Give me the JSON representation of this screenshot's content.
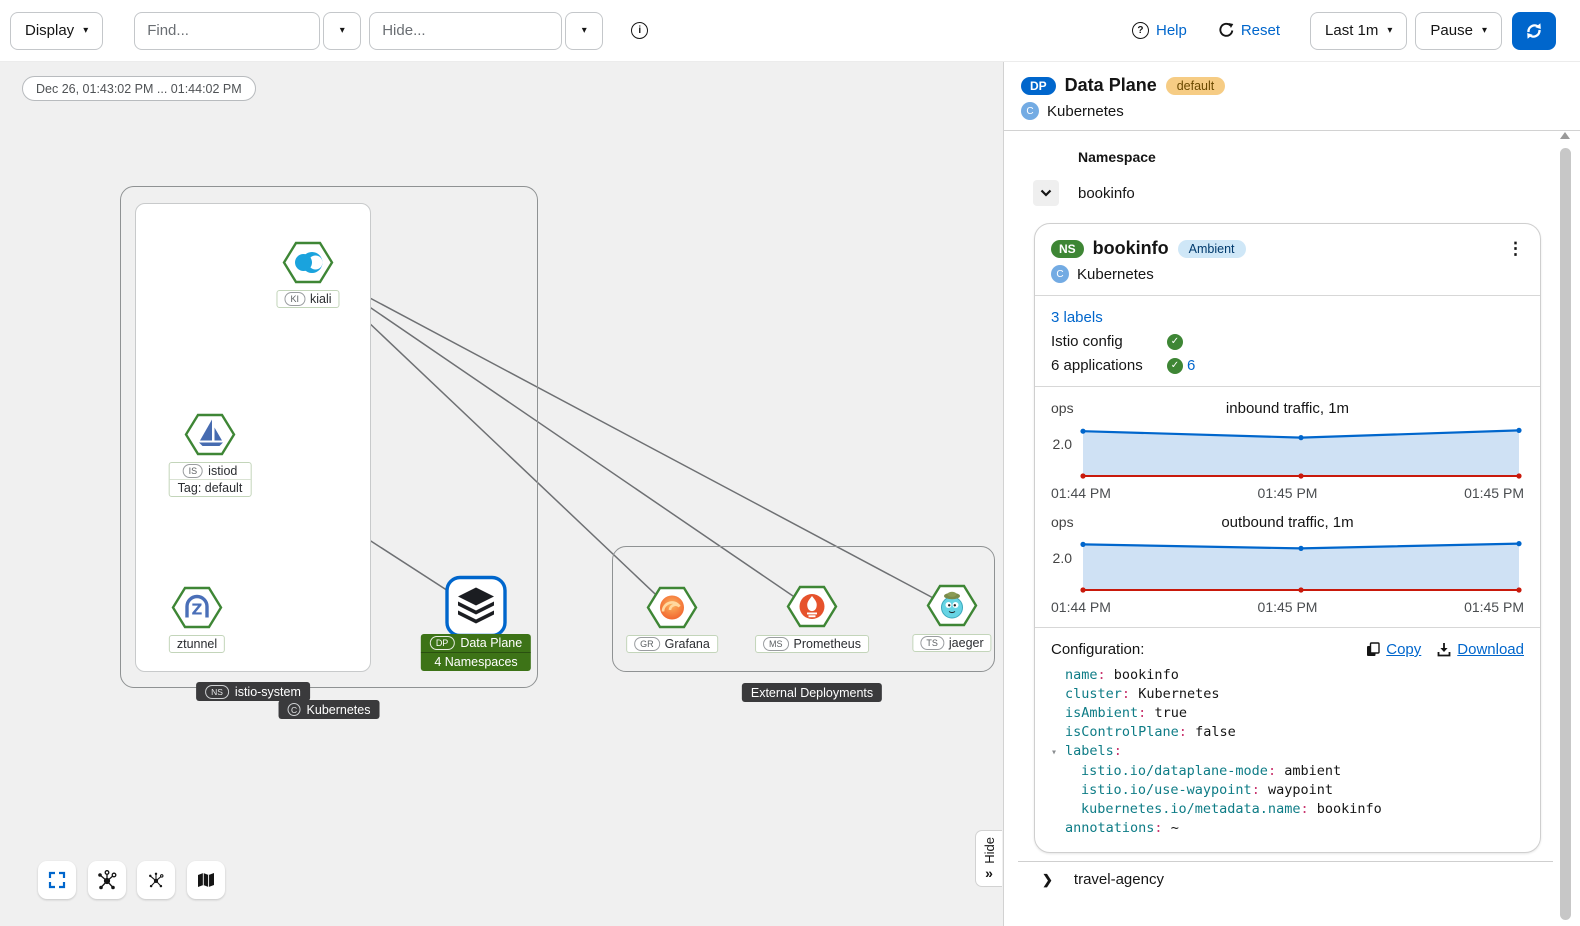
{
  "toolbar": {
    "display_label": "Display",
    "find_placeholder": "Find...",
    "hide_placeholder": "Hide...",
    "help_label": "Help",
    "reset_label": "Reset",
    "interval_label": "Last 1m",
    "pause_label": "Pause"
  },
  "icons": {
    "caret_down": "▾",
    "kebab": "⋮",
    "chevron_right": "❯",
    "double_chevron": "»",
    "check": "✓",
    "info": "i",
    "help": "?"
  },
  "graph": {
    "time_range": "Dec 26, 01:43:02 PM ... 01:44:02 PM",
    "groups": {
      "namespace_badge": "NS",
      "namespace_label": "istio-system",
      "cluster_badge": "C",
      "cluster_label": "Kubernetes",
      "external_label": "External Deployments"
    },
    "nodes": {
      "kiali": {
        "badge": "KI",
        "label": "kiali"
      },
      "istiod": {
        "badge": "IS",
        "label": "istiod",
        "tag": "Tag: default"
      },
      "ztunnel": {
        "label": "ztunnel"
      },
      "dataplane": {
        "badge": "DP",
        "label": "Data Plane",
        "sub": "4 Namespaces"
      },
      "grafana": {
        "badge": "GR",
        "label": "Grafana"
      },
      "prometheus": {
        "badge": "MS",
        "label": "Prometheus"
      },
      "jaeger": {
        "badge": "TS",
        "label": "jaeger"
      }
    },
    "hide_tab_label": "Hide"
  },
  "panel": {
    "title_badge": "DP",
    "title": "Data Plane",
    "revision_badge": "default",
    "cluster_badge": "C",
    "cluster": "Kubernetes",
    "namespace_header": "Namespace",
    "namespace_row": "bookinfo",
    "footer_row": "travel-agency",
    "card": {
      "badge": "NS",
      "name": "bookinfo",
      "mode_badge": "Ambient",
      "cluster_badge": "C",
      "cluster": "Kubernetes",
      "labels_link": "3 labels",
      "istio_config_label": "Istio config",
      "applications_label": "6 applications",
      "applications_link": "6",
      "config_label": "Configuration:",
      "copy_label": "Copy",
      "download_label": "Download",
      "yaml": [
        {
          "indent": 1,
          "key": "name",
          "value": "bookinfo"
        },
        {
          "indent": 1,
          "key": "cluster",
          "value": "Kubernetes"
        },
        {
          "indent": 1,
          "key": "isAmbient",
          "value": "true"
        },
        {
          "indent": 1,
          "key": "isControlPlane",
          "value": "false"
        },
        {
          "indent": 1,
          "key": "labels",
          "value": "",
          "marker": "▾"
        },
        {
          "indent": 2,
          "key": "istio.io/dataplane-mode",
          "value": "ambient"
        },
        {
          "indent": 2,
          "key": "istio.io/use-waypoint",
          "value": "waypoint"
        },
        {
          "indent": 2,
          "key": "kubernetes.io/metadata.name",
          "value": "bookinfo"
        },
        {
          "indent": 1,
          "key": "annotations",
          "value": "~"
        }
      ]
    }
  },
  "chart_data": [
    {
      "type": "area",
      "title": "inbound traffic, 1m",
      "ylabel": "ops",
      "ytick": "2.0",
      "ylim": [
        0,
        3.0
      ],
      "x": [
        "01:44 PM",
        "01:45 PM",
        "01:45 PM"
      ],
      "series": [
        {
          "name": "series-blue",
          "color": "#0066cc",
          "values": [
            2.8,
            2.4,
            2.85
          ]
        },
        {
          "name": "series-red",
          "color": "#c9190b",
          "values": [
            0,
            0,
            0
          ]
        }
      ],
      "legend": "none",
      "grid": false
    },
    {
      "type": "area",
      "title": "outbound traffic, 1m",
      "ylabel": "ops",
      "ytick": "2.0",
      "ylim": [
        0,
        3.0
      ],
      "x": [
        "01:44 PM",
        "01:45 PM",
        "01:45 PM"
      ],
      "series": [
        {
          "name": "series-blue",
          "color": "#0066cc",
          "values": [
            2.85,
            2.6,
            2.9
          ]
        },
        {
          "name": "series-red",
          "color": "#c9190b",
          "values": [
            0,
            0,
            0
          ]
        }
      ],
      "legend": "none",
      "grid": false
    }
  ]
}
